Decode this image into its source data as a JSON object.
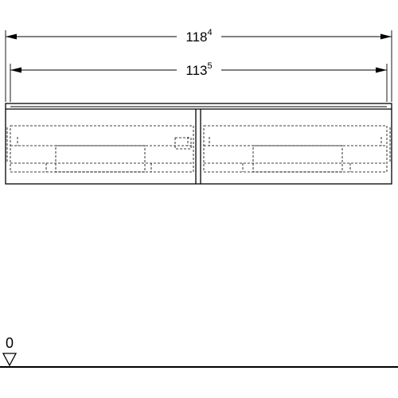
{
  "dimensions": {
    "overall": {
      "main": "118",
      "sup": "4"
    },
    "inner": {
      "main": "113",
      "sup": "5"
    }
  },
  "floor_marker": {
    "label": "0"
  }
}
